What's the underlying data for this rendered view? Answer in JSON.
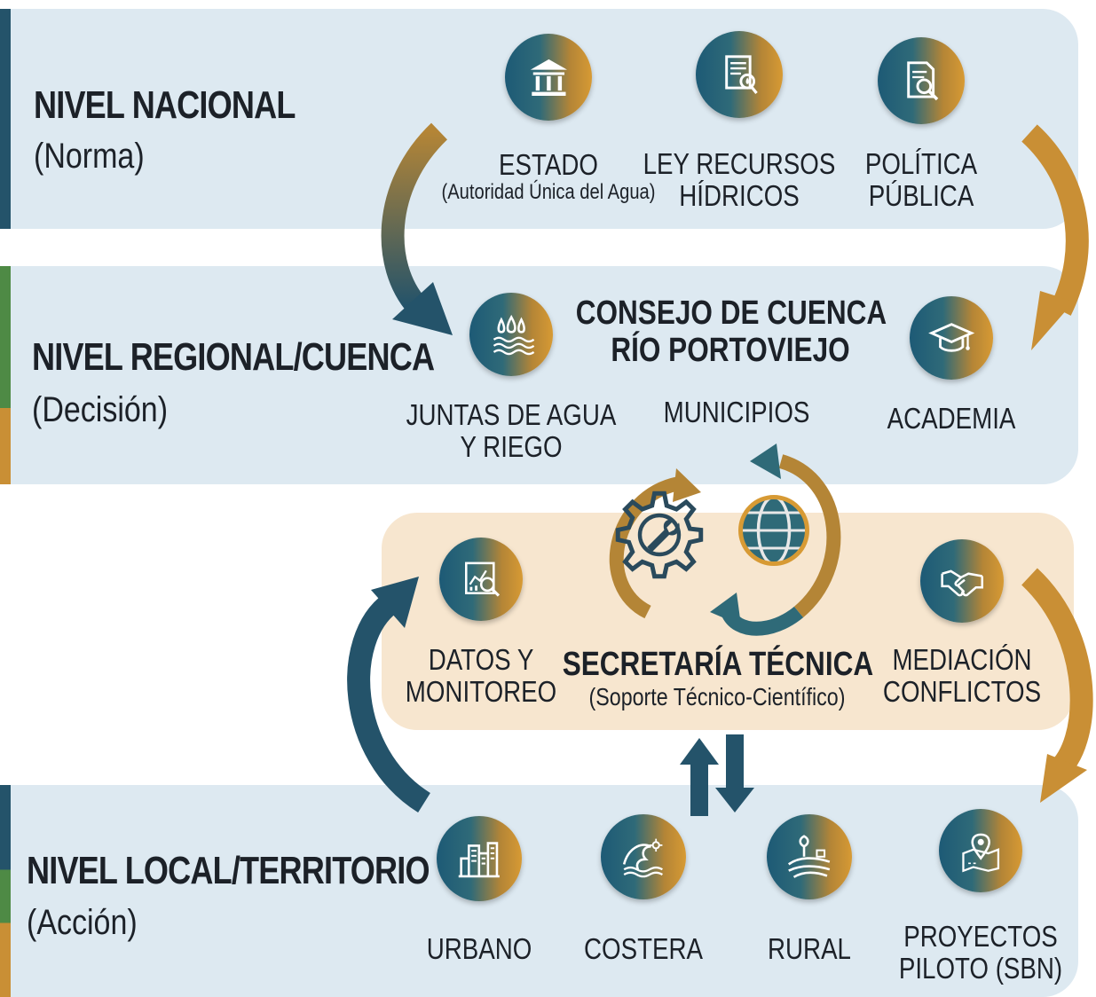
{
  "levels": {
    "national": {
      "title": "NIVEL NACIONAL",
      "subtitle": "(Norma)"
    },
    "regional": {
      "title": "NIVEL REGIONAL/CUENCA",
      "subtitle": "(Decisión)"
    },
    "local": {
      "title": "NIVEL LOCAL/TERRITORIO",
      "subtitle": "(Acción)"
    }
  },
  "national_nodes": [
    {
      "label": "ESTADO",
      "sublabel": "(Autoridad Única del Agua)",
      "icon": "government-building-icon"
    },
    {
      "label_line1": "LEY RECURSOS",
      "label_line2": "HÍDRICOS",
      "icon": "law-document-icon"
    },
    {
      "label_line1": "POLÍTICA",
      "label_line2": "PÚBLICA",
      "icon": "policy-search-icon"
    }
  ],
  "council": {
    "title_line1": "CONSEJO DE CUENCA",
    "title_line2": "RÍO PORTOVIEJO"
  },
  "regional_nodes": [
    {
      "label_line1": "JUNTAS DE AGUA",
      "label_line2": "Y RIEGO",
      "icon": "water-drops-icon"
    },
    {
      "label": "MUNICIPIOS"
    },
    {
      "label": "ACADEMIA",
      "icon": "graduation-cap-icon"
    }
  ],
  "secretariat": {
    "title": "SECRETARÍA TÉCNICA",
    "subtitle": "(Soporte Técnico-Científico)",
    "icons": [
      "gear-wrench-icon",
      "globe-icon"
    ]
  },
  "secretariat_nodes": [
    {
      "label_line1": "DATOS Y",
      "label_line2": "MONITOREO",
      "icon": "data-monitoring-icon"
    },
    {
      "label_line1": "MEDIACIÓN",
      "label_line2": "CONFLICTOS",
      "icon": "handshake-icon"
    }
  ],
  "local_nodes": [
    {
      "label": "URBANO",
      "icon": "city-buildings-icon"
    },
    {
      "label": "COSTERA",
      "icon": "wave-icon"
    },
    {
      "label": "RURAL",
      "icon": "rural-landscape-icon"
    },
    {
      "label_line1": "PROYECTOS",
      "label_line2": "PILOTO (SBN)",
      "icon": "map-pin-icon"
    }
  ],
  "colors": {
    "band": "#dde9f1",
    "secretariat_band": "#f7e6cf",
    "blue": "#24536a",
    "gold": "#c98f35",
    "green": "#4e8a45",
    "text": "#1c2128"
  }
}
